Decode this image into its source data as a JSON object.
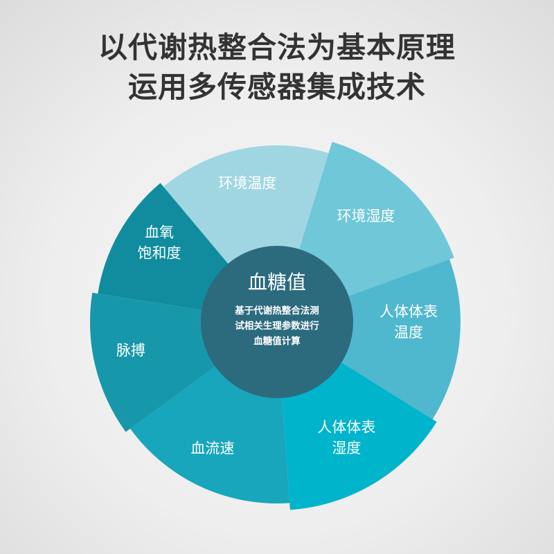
{
  "title": {
    "line1": "以代谢热整合法为基本原理",
    "line2": "运用多传感器集成技术"
  },
  "center": {
    "title": "血糖值",
    "desc": [
      "基于代谢热整合法测",
      "试相关生理参数进行",
      "血糖值计算"
    ],
    "color": "#2c6a7e"
  },
  "segments": [
    {
      "lines": [
        "环境温度"
      ],
      "color": "#9fd6e2"
    },
    {
      "lines": [
        "环境湿度"
      ],
      "color": "#6fc7d8"
    },
    {
      "lines": [
        "人体体表",
        "温度"
      ],
      "color": "#4fb8cf"
    },
    {
      "lines": [
        "人体体表",
        "湿度"
      ],
      "color": "#00b4cc"
    },
    {
      "lines": [
        "血流速"
      ],
      "color": "#18a6bc"
    },
    {
      "lines": [
        "脉搏"
      ],
      "color": "#1797aa"
    },
    {
      "lines": [
        "血氧",
        "饱和度"
      ],
      "color": "#118c9f"
    }
  ]
}
